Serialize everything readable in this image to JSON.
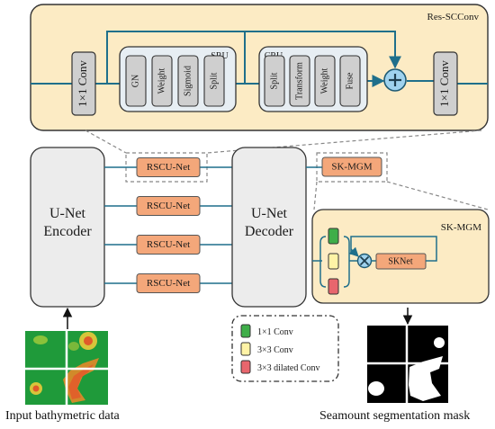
{
  "res_scconv": {
    "title": "Res-SCConv",
    "conv_left": "1×1 Conv",
    "conv_right": "1×1 Conv",
    "sru": {
      "title": "SRU",
      "blocks": [
        "GN",
        "Weight",
        "Sigmoid",
        "Split"
      ]
    },
    "cru": {
      "title": "CRU",
      "blocks": [
        "Split",
        "Transform",
        "Weight",
        "Fuse"
      ]
    }
  },
  "encoder": {
    "line1": "U-Net",
    "line2": "Encoder"
  },
  "decoder": {
    "line1": "U-Net",
    "line2": "Decoder"
  },
  "rscu_blocks": [
    "RSCU-Net",
    "RSCU-Net",
    "RSCU-Net",
    "RSCU-Net"
  ],
  "skmgm_block": "SK-MGM",
  "sk_mgm_detail": {
    "title": "SK-MGM",
    "sknet": "SKNet"
  },
  "legend": [
    {
      "label": "1×1 Conv",
      "color": "#3fae49"
    },
    {
      "label": "3×3 Conv",
      "color": "#fff3a6"
    },
    {
      "label": "3×3 dilated Conv",
      "color": "#e8666d"
    }
  ],
  "captions": {
    "input": "Input bathymetric data",
    "output": "Seamount segmentation mask"
  },
  "colors": {
    "panel_fill": "#fcebc4",
    "orange_block": "#f4a77a",
    "gray_block": "#cfcfcf",
    "line_blue": "#1f6f8b",
    "plus_fill": "#9fd2ee"
  }
}
